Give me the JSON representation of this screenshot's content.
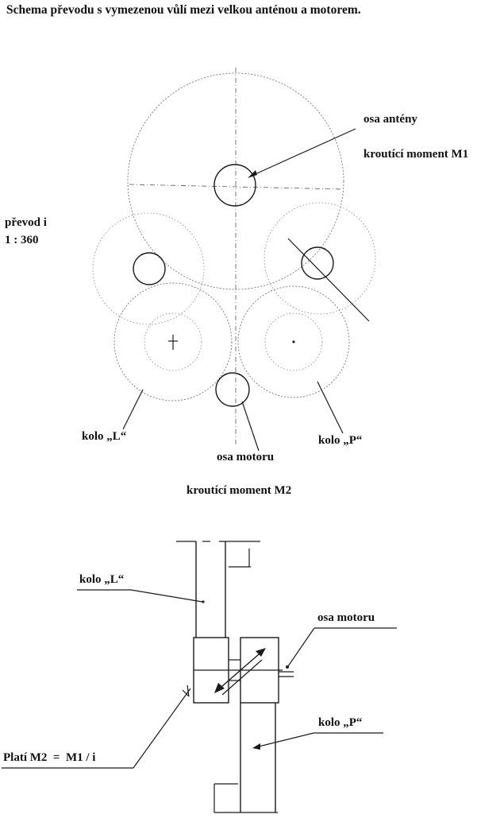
{
  "title": "Schema převodu s vymezenou vůlí mezi velkou anténou a motorem.",
  "top_diagram": {
    "osa_anteny": "osa antény",
    "moment_m1": "kroutící moment M1",
    "prevod_label": "převod i",
    "prevod_ratio": "1 : 360",
    "kolo_l": "kolo „L“",
    "kolo_p": "kolo „P“",
    "osa_motoru": "osa motoru"
  },
  "moment_m2": "kroutící moment M2",
  "bottom_diagram": {
    "kolo_l": "kolo „L“",
    "osa_motoru": "osa motoru",
    "kolo_p": "kolo „P“",
    "formula": "Platí M2  =  M1 / i"
  }
}
